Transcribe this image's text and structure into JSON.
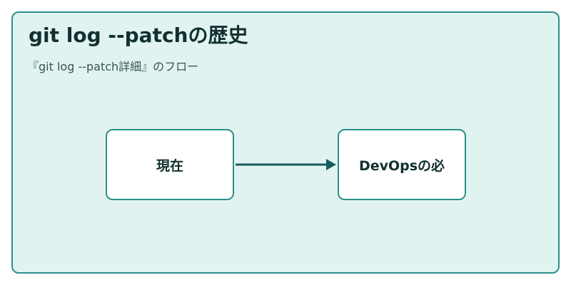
{
  "diagram": {
    "title": "git log --patchの歴史",
    "subtitle": "『git log --patch詳細』のフロー",
    "nodes": [
      {
        "id": "current",
        "label": "現在"
      },
      {
        "id": "devops",
        "label": "DevOpsの必"
      }
    ],
    "edges": [
      {
        "from": "current",
        "to": "devops"
      }
    ],
    "colors": {
      "background": "#e0f3f1",
      "border": "#2a8f8a",
      "node_fill": "#ffffff",
      "arrow": "#155e5c",
      "text": "#12302f"
    }
  }
}
